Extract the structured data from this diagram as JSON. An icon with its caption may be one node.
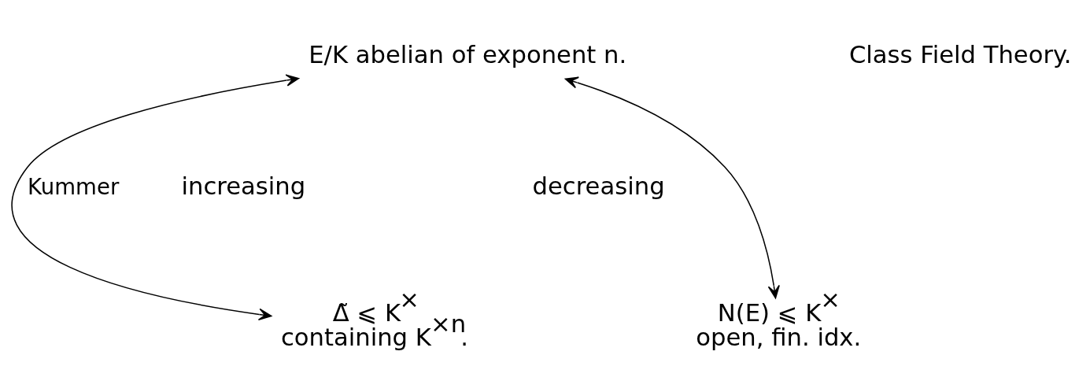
{
  "diagram": {
    "nodes": [
      {
        "text": [
          "E/K abelian of exponent n."
        ]
      },
      {
        "text": [
          "Δ̃ ⩽ K$^{×}$",
          "containing K$^{×n}$."
        ]
      },
      {
        "text": [
          "N(E) ⩽ K$^{×}$",
          "open, fin. idx."
        ]
      }
    ],
    "edges": [
      {
        "from": 0,
        "to": 1,
        "arrow": "both",
        "label": "Kummer"
      },
      {
        "from": 0,
        "to": 2,
        "arrow": "both"
      }
    ],
    "labels": [
      "increasing",
      "decreasing",
      "Class Field Theory."
    ]
  }
}
